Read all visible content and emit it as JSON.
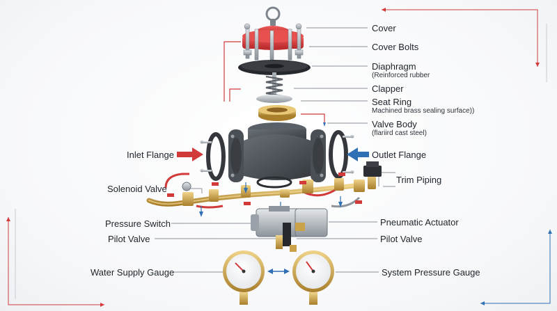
{
  "labels": {
    "cover": "Cover",
    "cover_bolts": "Cover Bolts",
    "diaphragm": "Diaphragm",
    "diaphragm_note": "(Reinforced rubber",
    "clapper": "Clapper",
    "seat_ring": "Seat Ring",
    "seat_ring_note": "Machined brass sealing surface))",
    "valve_body": "Valve Body",
    "valve_body_note": "(flariird cast steel)",
    "inlet_flange": "Inlet Flange",
    "outlet_flange": "Outlet Flange",
    "solenoid_valve": "Solenoid Valve",
    "trim_piping": "Trim Piping",
    "pressure_switch": "Pressure Switch",
    "pneumatic_actuator": "Pneumatic Actuator",
    "pilot_valve_left": "Pilot Valve",
    "pilot_valve_right": "Pilot Valve",
    "water_supply_gauge": "Water Supply Gauge",
    "system_pressure_gauge": "System Pressure Gauge"
  },
  "colors": {
    "cover": "#d8383a",
    "accent_red": "#d23a3a",
    "accent_blue": "#2f6fb3",
    "brass": "#c9a24a",
    "body_iron": "#4a4f55",
    "leader": "#8a9097"
  }
}
